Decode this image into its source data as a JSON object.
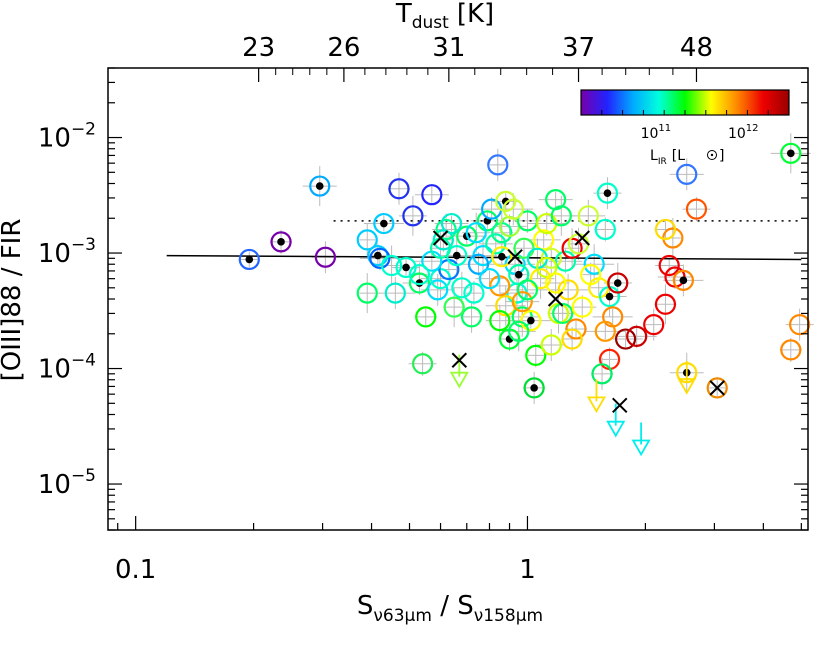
{
  "chart_data": {
    "type": "scatter",
    "xlabel_main": "S",
    "xlabel_sub1": "ν63μm",
    "xlabel_sep": " / ",
    "xlabel_sub2": "ν158μm",
    "ylabel": "[OIII]88 / FIR",
    "top_axis_label": "T",
    "top_axis_label_sub": "dust",
    "top_axis_unit": "[K]",
    "x_scale": "log",
    "y_scale": "log",
    "xlim": [
      0.085,
      5.2
    ],
    "ylim": [
      4e-06,
      0.04
    ],
    "x_tick_labels": [
      {
        "value": 0.1,
        "label": "0.1"
      },
      {
        "value": 1,
        "label": "1"
      }
    ],
    "y_tick_labels": [
      {
        "value": 0.01,
        "base": "10",
        "exp": "−2"
      },
      {
        "value": 0.001,
        "base": "10",
        "exp": "−3"
      },
      {
        "value": 0.0001,
        "base": "10",
        "exp": "−4"
      },
      {
        "value": 1e-05,
        "base": "10",
        "exp": "−5"
      }
    ],
    "top_ticks": [
      {
        "x": 0.206,
        "label": "23"
      },
      {
        "x": 0.34,
        "label": "26"
      },
      {
        "x": 0.63,
        "label": "31"
      },
      {
        "x": 1.35,
        "label": "37"
      },
      {
        "x": 2.7,
        "label": "48"
      }
    ],
    "colorbar": {
      "colors": [
        "#7700aa",
        "#2222ff",
        "#00aaff",
        "#00ffdd",
        "#00ff00",
        "#ffff00",
        "#ff8800",
        "#ee0000",
        "#990000"
      ],
      "tick_labels": [
        {
          "base": "10",
          "exp": "11",
          "frac": 0.36
        },
        {
          "base": "10",
          "exp": "12",
          "frac": 0.78
        }
      ],
      "label": "L",
      "label_sub": "IR",
      "unit": "[L",
      "unit_close": "]"
    },
    "median_line": {
      "x": [
        0.12,
        5.0
      ],
      "y": [
        0.00095,
        0.00088
      ],
      "style": "solid"
    },
    "upper_line": {
      "x": [
        0.32,
        5.0
      ],
      "y": [
        0.0019,
        0.0019
      ],
      "style": "dotted"
    },
    "points": [
      {
        "x": 0.195,
        "y": 0.00088,
        "c": "#2266ff",
        "dot": true
      },
      {
        "x": 0.235,
        "y": 0.00125,
        "c": "#7700aa",
        "dot": true
      },
      {
        "x": 0.305,
        "y": 0.00092,
        "c": "#7700aa",
        "dot": false
      },
      {
        "x": 0.295,
        "y": 0.0038,
        "c": "#00aaff",
        "dot": true
      },
      {
        "x": 0.43,
        "y": 0.0018,
        "c": "#00ccff",
        "dot": true
      },
      {
        "x": 0.415,
        "y": 0.00095,
        "c": "#00ccff",
        "dot": true
      },
      {
        "x": 0.47,
        "y": 0.0036,
        "c": "#2233ee",
        "dot": false
      },
      {
        "x": 0.51,
        "y": 0.0021,
        "c": "#2233ee",
        "dot": false
      },
      {
        "x": 0.57,
        "y": 0.0032,
        "c": "#2222ff",
        "dot": false
      },
      {
        "x": 0.42,
        "y": 0.0009,
        "c": "#0066ff",
        "dot": false
      },
      {
        "x": 0.39,
        "y": 0.0013,
        "c": "#00ccff",
        "dot": false
      },
      {
        "x": 0.45,
        "y": 0.00078,
        "c": "#00ffcc",
        "dot": false
      },
      {
        "x": 0.49,
        "y": 0.00075,
        "c": "#00ffcc",
        "dot": true
      },
      {
        "x": 0.53,
        "y": 0.00055,
        "c": "#00ff66",
        "dot": true
      },
      {
        "x": 0.46,
        "y": 0.00045,
        "c": "#00eecc",
        "dot": false
      },
      {
        "x": 0.39,
        "y": 0.00045,
        "c": "#00ff66",
        "dot": false
      },
      {
        "x": 0.55,
        "y": 0.00028,
        "c": "#00ff00",
        "dot": false
      },
      {
        "x": 0.54,
        "y": 0.00011,
        "c": "#22ee55",
        "dot": false
      },
      {
        "x": 0.59,
        "y": 0.00048,
        "c": "#00ddff",
        "dot": false
      },
      {
        "x": 0.6,
        "y": 0.0006,
        "c": "#00ffcc",
        "dot": false
      },
      {
        "x": 0.63,
        "y": 0.00072,
        "c": "#0077ff",
        "dot": false
      },
      {
        "x": 0.61,
        "y": 0.0013,
        "c": "#00eecc",
        "dot": false
      },
      {
        "x": 0.62,
        "y": 0.0016,
        "c": "#00ff88",
        "dot": false
      },
      {
        "x": 0.66,
        "y": 0.00095,
        "c": "#00ffcc",
        "dot": true
      },
      {
        "x": 0.7,
        "y": 0.0014,
        "c": "#00ff66",
        "dot": true
      },
      {
        "x": 0.73,
        "y": 0.00045,
        "c": "#00ffcc",
        "dot": false
      },
      {
        "x": 0.72,
        "y": 0.00028,
        "c": "#00ff66",
        "dot": false
      },
      {
        "x": 0.77,
        "y": 0.00095,
        "c": "#00ddff",
        "dot": false
      },
      {
        "x": 0.79,
        "y": 0.0019,
        "c": "#00ff66",
        "dot": true
      },
      {
        "x": 0.81,
        "y": 0.0024,
        "c": "#00aaff",
        "dot": false
      },
      {
        "x": 0.84,
        "y": 0.0058,
        "c": "#3377ff",
        "dot": false
      },
      {
        "x": 0.86,
        "y": 0.0015,
        "c": "#00ff88",
        "dot": false
      },
      {
        "x": 0.88,
        "y": 0.0028,
        "c": "#ccff33",
        "dot": true
      },
      {
        "x": 0.9,
        "y": 0.0017,
        "c": "#99ff33",
        "dot": false
      },
      {
        "x": 0.93,
        "y": 0.0008,
        "c": "#00ddff",
        "dot": false
      },
      {
        "x": 0.95,
        "y": 0.00065,
        "c": "#00ffaa",
        "dot": true
      },
      {
        "x": 0.98,
        "y": 0.0011,
        "c": "#33ff55",
        "dot": false
      },
      {
        "x": 1.0,
        "y": 0.0019,
        "c": "#00ff66",
        "dot": false
      },
      {
        "x": 0.94,
        "y": 0.00045,
        "c": "#00ffcc",
        "dot": false
      },
      {
        "x": 0.88,
        "y": 0.00035,
        "c": "#ffdd00",
        "dot": false
      },
      {
        "x": 0.85,
        "y": 0.00052,
        "c": "#ff9900",
        "dot": false
      },
      {
        "x": 0.9,
        "y": 0.00018,
        "c": "#00ff33",
        "dot": true
      },
      {
        "x": 0.85,
        "y": 0.00026,
        "c": "#00ff00",
        "dot": false
      },
      {
        "x": 0.97,
        "y": 0.00028,
        "c": "#00ff66",
        "dot": false
      },
      {
        "x": 1.02,
        "y": 0.00026,
        "c": "#ffff00",
        "dot": true
      },
      {
        "x": 1.05,
        "y": 0.00013,
        "c": "#00ff00",
        "dot": false
      },
      {
        "x": 1.04,
        "y": 6.8e-05,
        "c": "#00dd33",
        "dot": true
      },
      {
        "x": 1.08,
        "y": 0.0006,
        "c": "#ffee00",
        "dot": false
      },
      {
        "x": 1.1,
        "y": 0.0013,
        "c": "#ffff00",
        "dot": false
      },
      {
        "x": 1.12,
        "y": 0.0018,
        "c": "#ccff00",
        "dot": false
      },
      {
        "x": 1.15,
        "y": 0.0009,
        "c": "#ccff33",
        "dot": false
      },
      {
        "x": 1.2,
        "y": 0.0003,
        "c": "#ccff00",
        "dot": false
      },
      {
        "x": 1.23,
        "y": 0.0003,
        "c": "#00ff66",
        "dot": false
      },
      {
        "x": 1.25,
        "y": 0.00085,
        "c": "#00ffaa",
        "dot": false
      },
      {
        "x": 1.27,
        "y": 0.00048,
        "c": "#ffdd00",
        "dot": false
      },
      {
        "x": 1.3,
        "y": 0.0011,
        "c": "#ee0000",
        "dot": false
      },
      {
        "x": 1.33,
        "y": 0.00022,
        "c": "#ff8800",
        "dot": false
      },
      {
        "x": 1.38,
        "y": 0.00034,
        "c": "#ffff00",
        "dot": false
      },
      {
        "x": 1.43,
        "y": 0.0021,
        "c": "#ccff33",
        "dot": false
      },
      {
        "x": 1.48,
        "y": 0.0008,
        "c": "#00ddff",
        "dot": false
      },
      {
        "x": 1.52,
        "y": 0.0005,
        "c": "#ffee00",
        "dot": false
      },
      {
        "x": 1.58,
        "y": 0.0016,
        "c": "#00ffcc",
        "dot": false
      },
      {
        "x": 1.6,
        "y": 0.0033,
        "c": "#00ffcc",
        "dot": true
      },
      {
        "x": 1.62,
        "y": 0.00042,
        "c": "#00ffcc",
        "dot": true
      },
      {
        "x": 1.65,
        "y": 0.00028,
        "c": "#ff8800",
        "dot": false
      },
      {
        "x": 1.62,
        "y": 0.00012,
        "c": "#ff2200",
        "dot": false
      },
      {
        "x": 1.55,
        "y": 9e-05,
        "c": "#00ee66",
        "dot": false
      },
      {
        "x": 1.7,
        "y": 0.00055,
        "c": "#cc0000",
        "dot": true
      },
      {
        "x": 1.78,
        "y": 0.00018,
        "c": "#990000",
        "dot": false
      },
      {
        "x": 1.9,
        "y": 0.00019,
        "c": "#cc0000",
        "dot": false
      },
      {
        "x": 2.1,
        "y": 0.00024,
        "c": "#ee0000",
        "dot": false
      },
      {
        "x": 2.25,
        "y": 0.00036,
        "c": "#ee0000",
        "dot": false
      },
      {
        "x": 2.3,
        "y": 0.00078,
        "c": "#ee0000",
        "dot": false
      },
      {
        "x": 2.38,
        "y": 0.00062,
        "c": "#ee0000",
        "dot": false
      },
      {
        "x": 2.5,
        "y": 0.00058,
        "c": "#ff8800",
        "dot": true
      },
      {
        "x": 2.35,
        "y": 0.00135,
        "c": "#ff8800",
        "dot": false
      },
      {
        "x": 2.25,
        "y": 0.0016,
        "c": "#ffdd00",
        "dot": false
      },
      {
        "x": 2.7,
        "y": 0.0024,
        "c": "#ff5500",
        "dot": false
      },
      {
        "x": 2.55,
        "y": 0.0048,
        "c": "#3377ff",
        "dot": false
      },
      {
        "x": 4.7,
        "y": 0.0073,
        "c": "#00ff33",
        "dot": true
      },
      {
        "x": 3.05,
        "y": 6.8e-05,
        "c": "#ee8800",
        "dot": false
      },
      {
        "x": 4.7,
        "y": 0.000145,
        "c": "#ff8800",
        "dot": false
      },
      {
        "x": 4.95,
        "y": 0.00024,
        "c": "#ff8800",
        "dot": false
      },
      {
        "x": 2.55,
        "y": 9.2e-05,
        "c": "#ffdd00",
        "dot": true
      },
      {
        "x": 1.58,
        "y": 0.00021,
        "c": "#ff9900",
        "dot": false
      },
      {
        "x": 1.45,
        "y": 0.00065,
        "c": "#ffff00",
        "dot": false
      },
      {
        "x": 1.35,
        "y": 0.0012,
        "c": "#ccff33",
        "dot": false
      },
      {
        "x": 1.22,
        "y": 0.0021,
        "c": "#00ff66",
        "dot": false
      },
      {
        "x": 1.18,
        "y": 0.0029,
        "c": "#00ff66",
        "dot": false
      },
      {
        "x": 0.75,
        "y": 0.0008,
        "c": "#00aaff",
        "dot": false
      },
      {
        "x": 0.68,
        "y": 0.0005,
        "c": "#00ffcc",
        "dot": false
      },
      {
        "x": 0.65,
        "y": 0.00034,
        "c": "#33ff55",
        "dot": false
      },
      {
        "x": 0.8,
        "y": 0.0006,
        "c": "#00ddff",
        "dot": false
      },
      {
        "x": 0.83,
        "y": 0.0012,
        "c": "#00ffaa",
        "dot": false
      },
      {
        "x": 0.92,
        "y": 0.0024,
        "c": "#ccff33",
        "dot": false
      },
      {
        "x": 1.06,
        "y": 0.0009,
        "c": "#00eecc",
        "dot": false
      },
      {
        "x": 1.12,
        "y": 0.00075,
        "c": "#ccff00",
        "dot": false
      },
      {
        "x": 1.18,
        "y": 0.00055,
        "c": "#ffff00",
        "dot": false
      },
      {
        "x": 0.97,
        "y": 0.00038,
        "c": "#ff9900",
        "dot": false
      },
      {
        "x": 1.0,
        "y": 0.00048,
        "c": "#00ff66",
        "dot": false
      },
      {
        "x": 0.86,
        "y": 0.00093,
        "c": "#ffee00",
        "dot": true
      },
      {
        "x": 1.3,
        "y": 0.00018,
        "c": "#ffdd00",
        "dot": false
      },
      {
        "x": 1.15,
        "y": 0.00016,
        "c": "#ccff00",
        "dot": false
      },
      {
        "x": 0.95,
        "y": 0.00021,
        "c": "#00ff66",
        "dot": false
      },
      {
        "x": 0.57,
        "y": 0.00085,
        "c": "#00ddff",
        "dot": false
      },
      {
        "x": 0.53,
        "y": 0.00065,
        "c": "#00ffcc",
        "dot": false
      },
      {
        "x": 0.6,
        "y": 0.0011,
        "c": "#00ffaa",
        "dot": false
      },
      {
        "x": 0.74,
        "y": 0.0015,
        "c": "#00ddff",
        "dot": false
      },
      {
        "x": 0.64,
        "y": 0.0018,
        "c": "#00eecc",
        "dot": false
      }
    ],
    "crosses": [
      {
        "x": 0.6,
        "y": 0.00135
      },
      {
        "x": 0.93,
        "y": 0.00093
      },
      {
        "x": 1.38,
        "y": 0.00135
      },
      {
        "x": 1.18,
        "y": 0.0004
      },
      {
        "x": 0.67,
        "y": 0.000118
      },
      {
        "x": 1.72,
        "y": 4.8e-05
      },
      {
        "x": 3.05,
        "y": 6.8e-05
      }
    ],
    "upper_limits": [
      {
        "x": 0.67,
        "y": 8.5e-05,
        "c": "#99ff33"
      },
      {
        "x": 1.5,
        "y": 5.2e-05,
        "c": "#ffdd00"
      },
      {
        "x": 1.68,
        "y": 3.2e-05,
        "c": "#00eeee"
      },
      {
        "x": 1.95,
        "y": 2.2e-05,
        "c": "#00eeee"
      },
      {
        "x": 2.55,
        "y": 7.5e-05,
        "c": "#ffdd00"
      }
    ]
  }
}
